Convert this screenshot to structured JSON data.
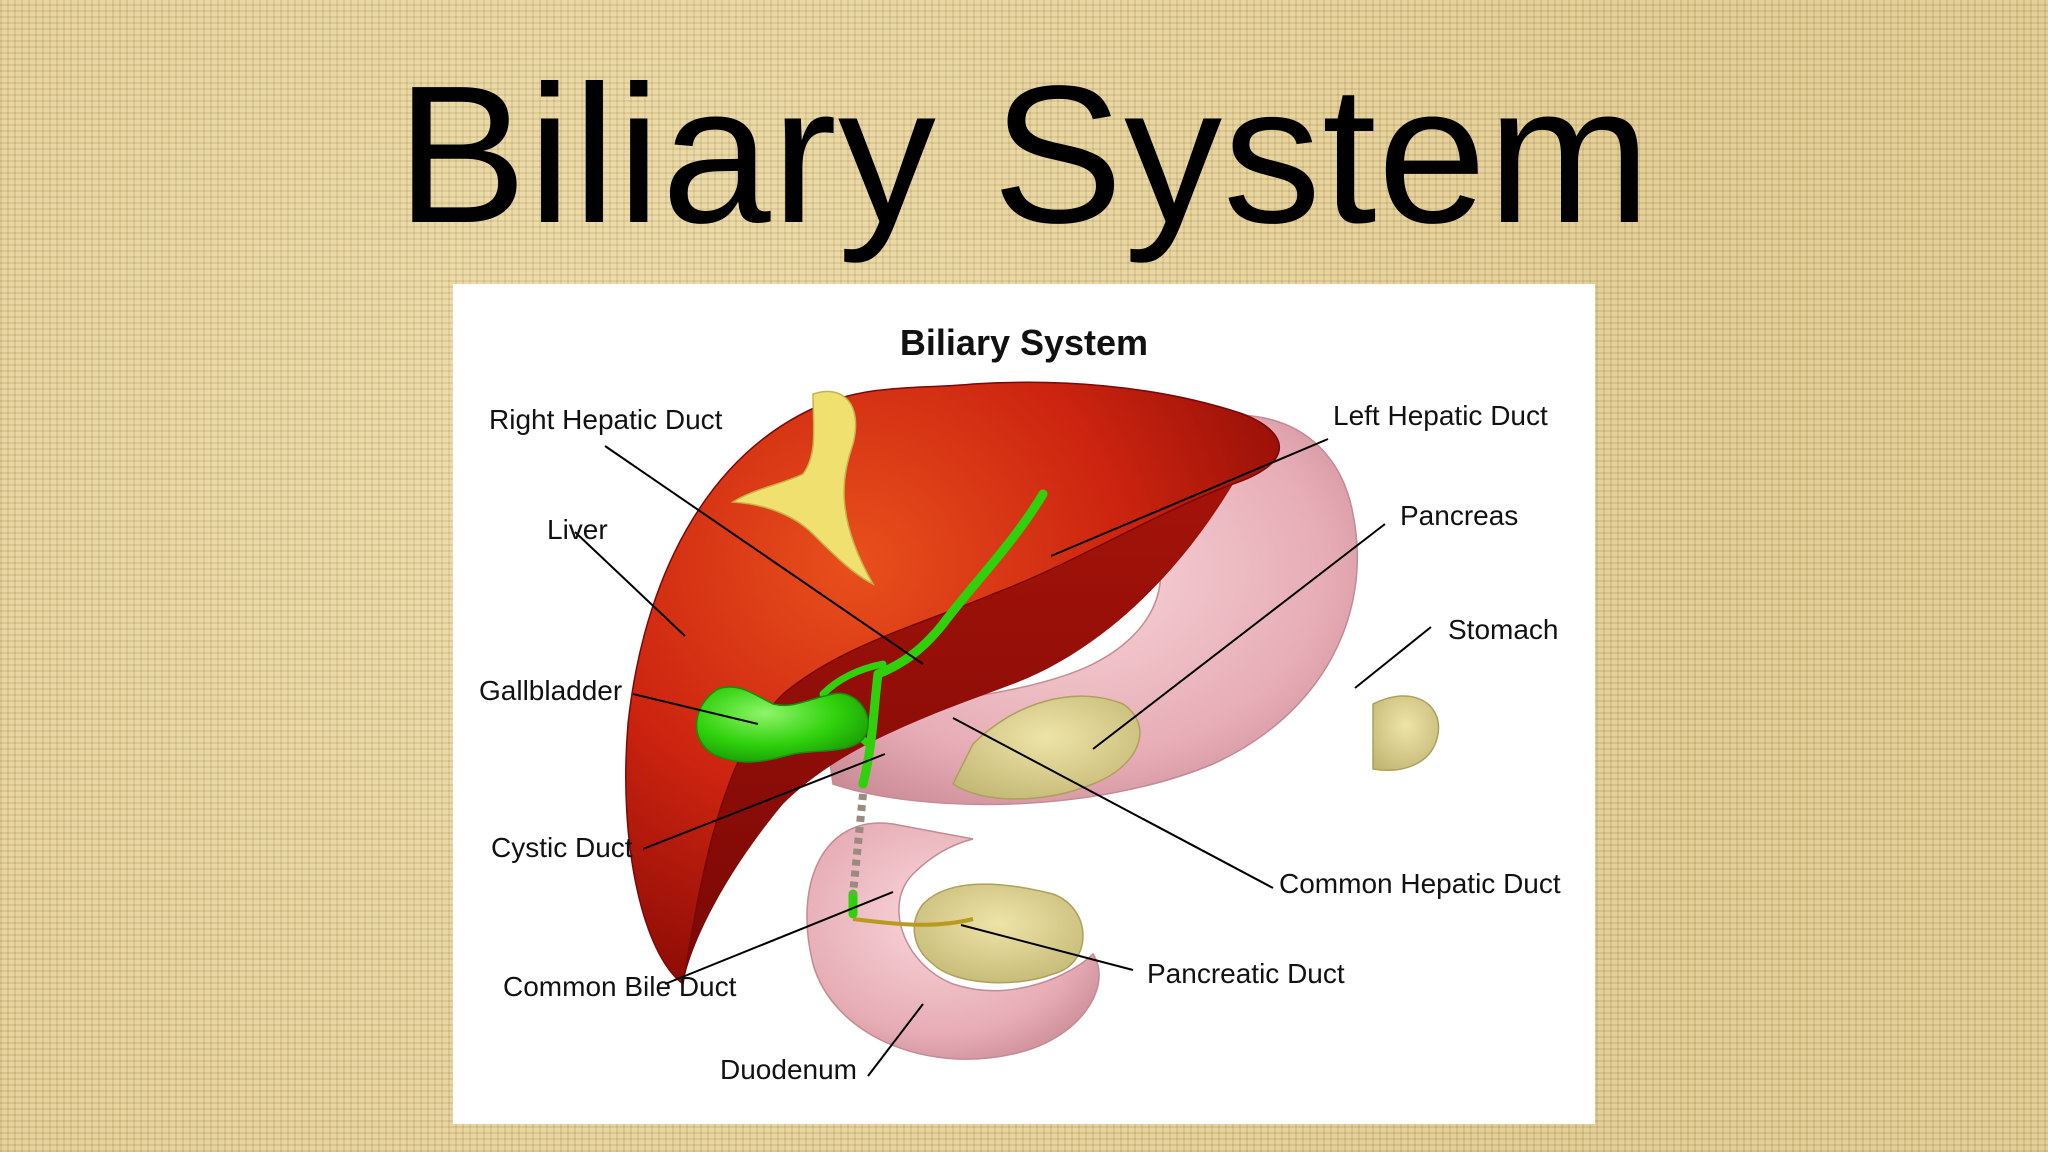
{
  "slide": {
    "title": "Biliary System"
  },
  "diagram": {
    "title": "Biliary System",
    "labels": {
      "right_hepatic_duct": "Right Hepatic Duct",
      "left_hepatic_duct": "Left Hepatic Duct",
      "liver": "Liver",
      "pancreas": "Pancreas",
      "stomach": "Stomach",
      "gallbladder": "Gallbladder",
      "cystic_duct": "Cystic Duct",
      "common_hepatic_duct": "Common Hepatic Duct",
      "common_bile_duct": "Common Bile Duct",
      "pancreatic_duct": "Pancreatic Duct",
      "duodenum": "Duodenum"
    }
  },
  "colors": {
    "background": "#e2cd94",
    "liver": "#c8200e",
    "gallbladder_ducts": "#2fd10c",
    "stomach_duodenum": "#eab3bb",
    "pancreas": "#d8cf8c",
    "ligament": "#f0e070"
  }
}
